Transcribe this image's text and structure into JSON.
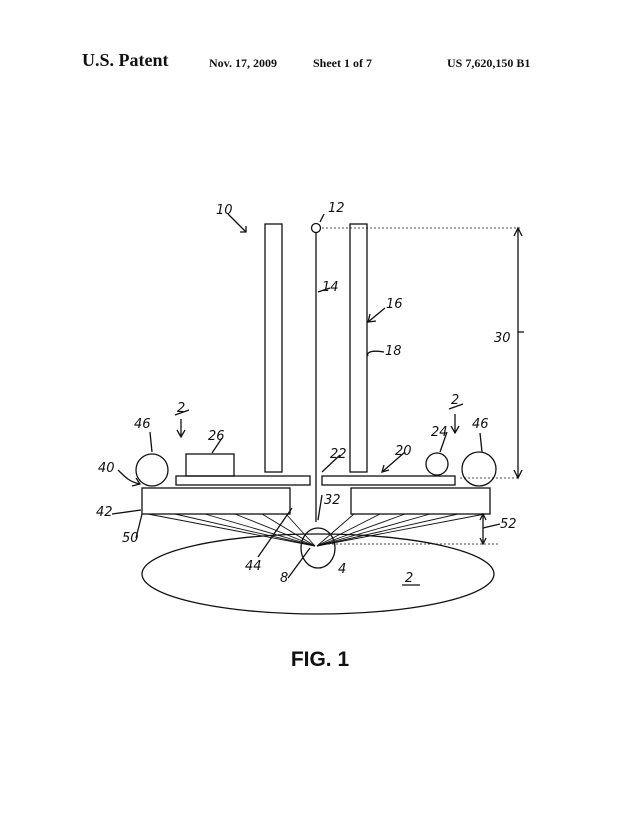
{
  "header": {
    "left": "U.S. Patent",
    "date": "Nov. 17, 2009",
    "sheet": "Sheet 1 of 7",
    "number": "US 7,620,150 B1"
  },
  "figure": {
    "caption": "FIG. 1",
    "refs": {
      "r10": "10",
      "r12": "12",
      "r14": "14",
      "r16": "16",
      "r18": "18",
      "r30": "30",
      "r2a": "2",
      "r2b": "2",
      "r46a": "46",
      "r46b": "46",
      "r26": "26",
      "r24": "24",
      "r22": "22",
      "r20": "20",
      "r40": "40",
      "r42": "42",
      "r32": "32",
      "r52": "52",
      "r50": "50",
      "r44": "44",
      "r8": "8",
      "r4": "4",
      "r2c": "2"
    }
  }
}
